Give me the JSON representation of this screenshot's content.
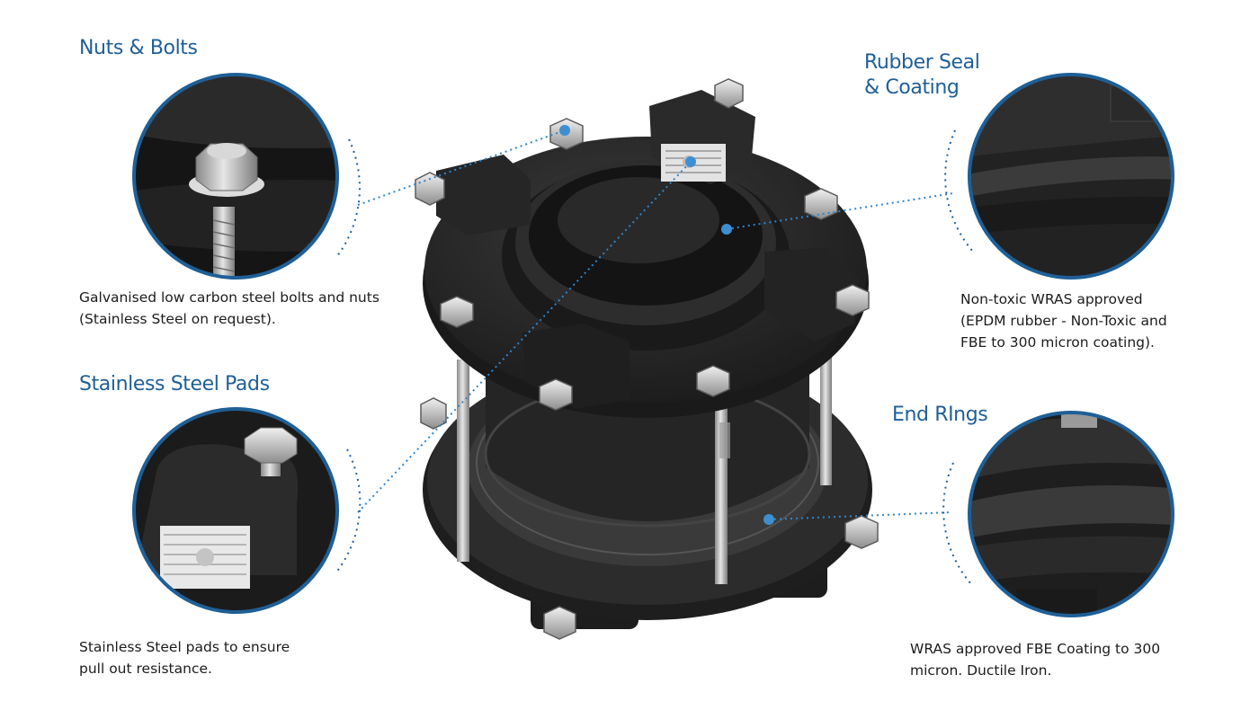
{
  "callouts": {
    "nuts_bolts": {
      "title": "Nuts & Bolts",
      "lines": [
        "Galvanised low carbon steel bolts and nuts",
        "(Stainless Steel on request)."
      ]
    },
    "pads": {
      "title": "Stainless Steel Pads",
      "lines": [
        "Stainless Steel pads to ensure",
        "pull out resistance."
      ]
    },
    "rubber_seal": {
      "title_lines": [
        "Rubber Seal",
        "& Coating"
      ],
      "lines": [
        "Non-toxic WRAS approved",
        "(EPDM rubber - Non-Toxic and",
        "FBE to 300 micron coating)."
      ]
    },
    "end_rings": {
      "title": "End RIngs",
      "lines": [
        "WRAS approved FBE Coating to 300",
        "micron. Ductile Iron."
      ]
    }
  },
  "colors": {
    "heading": "#1f5f96",
    "ring": "#1f5f96",
    "leader": "#2f86c8",
    "marker": "#3d8fd1",
    "body": "#1c1c1c"
  }
}
